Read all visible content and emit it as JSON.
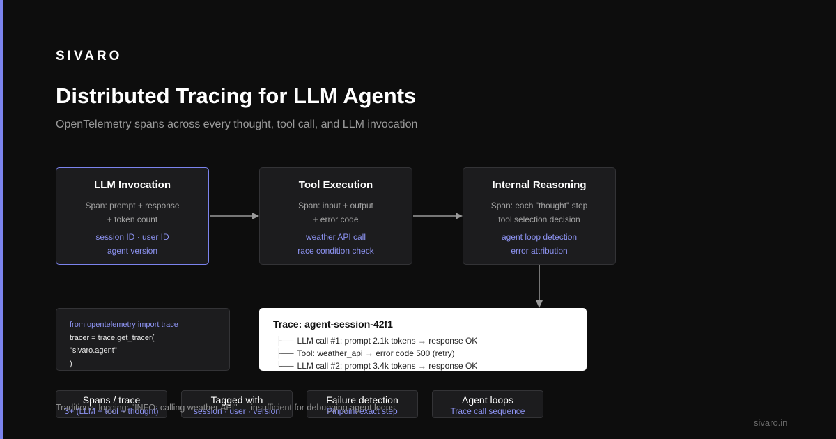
{
  "brand": "SIVARO",
  "title": "Distributed Tracing for LLM Agents",
  "subtitle": "OpenTelemetry spans across every thought, tool call, and LLM invocation",
  "stages": [
    {
      "title": "LLM Invocation",
      "desc": [
        "Span: prompt + response",
        "+ token count"
      ],
      "tags": [
        "session ID · user ID",
        "agent version"
      ]
    },
    {
      "title": "Tool Execution",
      "desc": [
        "Span: input + output",
        "+ error code"
      ],
      "tags": [
        "weather API call",
        "race condition check"
      ]
    },
    {
      "title": "Internal Reasoning",
      "desc": [
        "Span: each \"thought\" step",
        "tool selection decision"
      ],
      "tags": [
        "agent loop detection",
        "error attribution"
      ]
    }
  ],
  "code": [
    "from opentelemetry import trace",
    "tracer = trace.get_tracer(",
    "\"sivaro.agent\"",
    ")"
  ],
  "trace": {
    "title": "Trace: agent-session-42f1",
    "lines": [
      {
        "branch": "├──",
        "text": "LLM call #1: prompt 2.1k tokens → response OK"
      },
      {
        "branch": "├──",
        "text": "Tool: weather_api → error code 500 (retry)"
      },
      {
        "branch": "└──",
        "text": "LLM call #2: prompt 3.4k tokens → response OK"
      }
    ]
  },
  "stats": [
    {
      "label": "Spans / trace",
      "value": "3+ (LLM + tool + thought)"
    },
    {
      "label": "Tagged with",
      "value": "session · user · version"
    },
    {
      "label": "Failure detection",
      "value": "Pinpoint exact step"
    },
    {
      "label": "Agent loops",
      "value": "Trace call sequence"
    }
  ],
  "footer_note": "Traditional logging: \"INFO: calling weather API\" — insufficient for debugging agent loops",
  "site": "sivaro.in",
  "colors": {
    "accent": "#7b83ee",
    "background": "#0d0d0d",
    "card": "#1c1c1e"
  }
}
